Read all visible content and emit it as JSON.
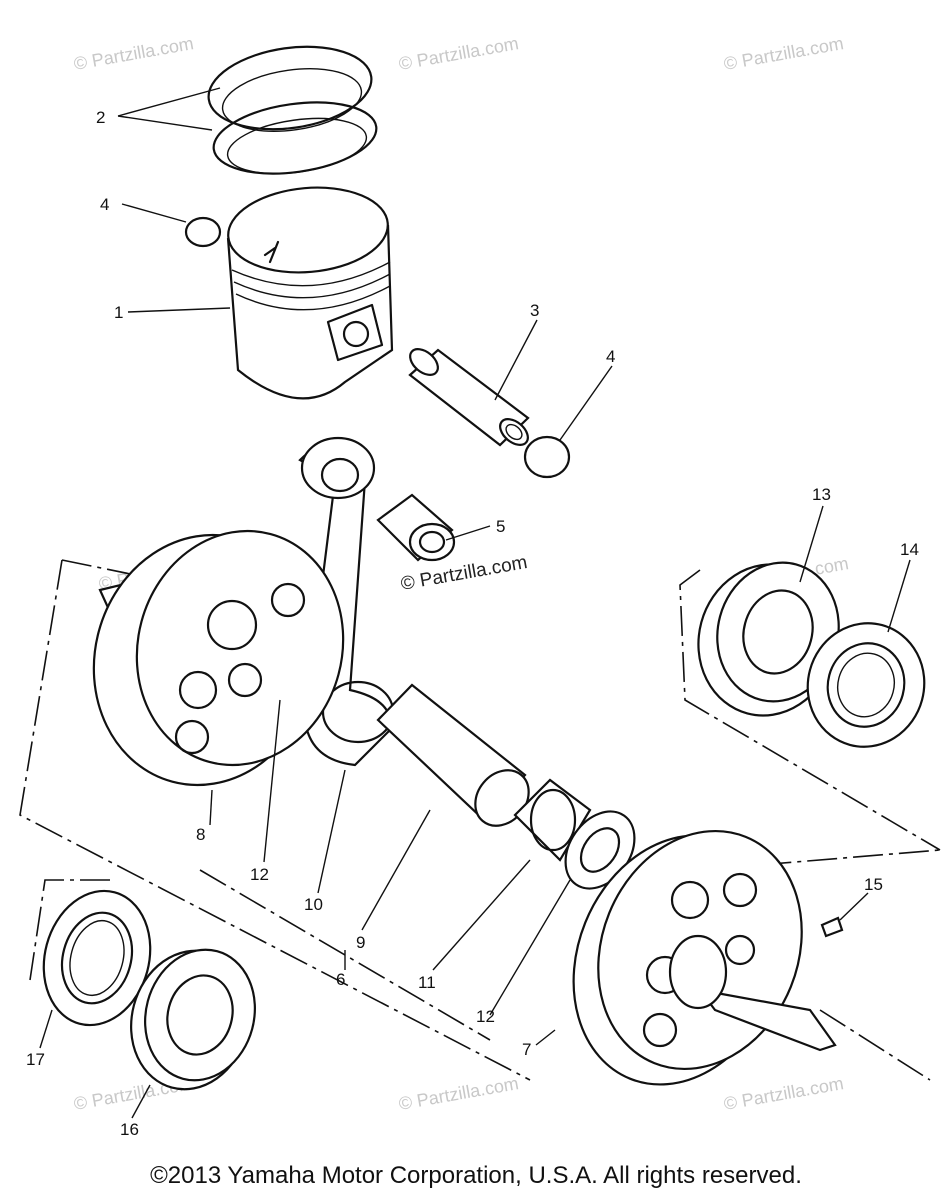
{
  "watermark": "© Partzilla.com",
  "copyright": "©2013 Yamaha Motor Corporation, U.S.A. All rights reserved.",
  "callouts": {
    "c1": "1",
    "c2": "2",
    "c3": "3",
    "c4a": "4",
    "c4b": "4",
    "c5": "5",
    "c6": "6",
    "c7": "7",
    "c8": "8",
    "c9": "9",
    "c10": "10",
    "c11": "11",
    "c12a": "12",
    "c12b": "12",
    "c13": "13",
    "c14": "14",
    "c15": "15",
    "c16": "16",
    "c17": "17"
  }
}
